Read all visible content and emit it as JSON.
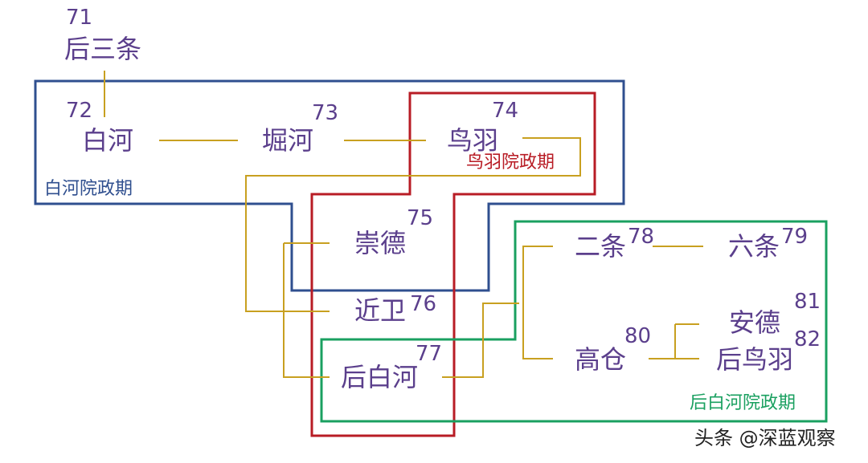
{
  "colors": {
    "text": "#5b3f8c",
    "connector": "#c8a020",
    "shirakawa_box": "#2f4f8f",
    "toba_box": "#b81c25",
    "goshirakawa_box": "#1aa060"
  },
  "emperors": [
    {
      "name": "后三条",
      "number": "71"
    },
    {
      "name": "白河",
      "number": "72"
    },
    {
      "name": "堀河",
      "number": "73"
    },
    {
      "name": "鸟羽",
      "number": "74"
    },
    {
      "name": "崇德",
      "number": "75"
    },
    {
      "name": "近卫",
      "number": "76"
    },
    {
      "name": "后白河",
      "number": "77"
    },
    {
      "name": "二条",
      "number": "78"
    },
    {
      "name": "六条",
      "number": "79"
    },
    {
      "name": "高仓",
      "number": "80"
    },
    {
      "name": "安德",
      "number": "81"
    },
    {
      "name": "后鸟羽",
      "number": "82"
    }
  ],
  "periods": {
    "shirakawa": "白河院政期",
    "toba": "鸟羽院政期",
    "goshirakawa": "后白河院政期"
  },
  "watermark": "头条 @深蓝观察"
}
